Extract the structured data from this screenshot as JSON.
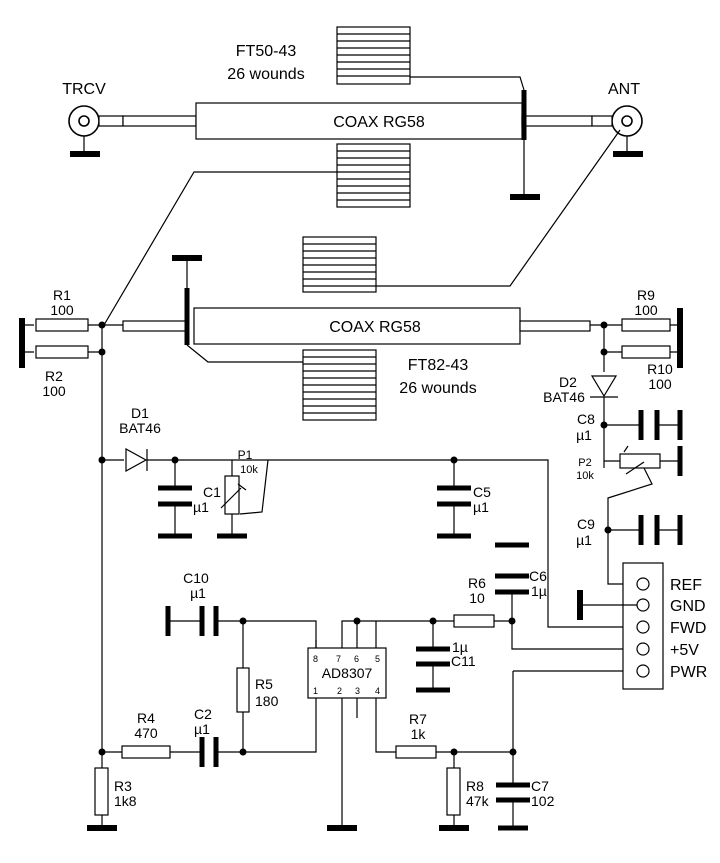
{
  "top_transformer": {
    "label": "FT50-43",
    "wounds": "26 wounds"
  },
  "bottom_transformer": {
    "label": "FT82-43",
    "wounds": "26 wounds"
  },
  "coax_top": "COAX RG58",
  "coax_bottom": "COAX RG58",
  "connectors": {
    "trcv": "TRCV",
    "ant": "ANT"
  },
  "components": {
    "R1": {
      "name": "R1",
      "value": "100"
    },
    "R2": {
      "name": "R2",
      "value": "100"
    },
    "R3": {
      "name": "R3",
      "value": "1k8"
    },
    "R4": {
      "name": "R4",
      "value": "470"
    },
    "R5": {
      "name": "R5",
      "value": "180"
    },
    "R6": {
      "name": "R6",
      "value": "10"
    },
    "R7": {
      "name": "R7",
      "value": "1k"
    },
    "R8": {
      "name": "R8",
      "value": "47k"
    },
    "R9": {
      "name": "R9",
      "value": "100"
    },
    "R10": {
      "name": "R10",
      "value": "100"
    },
    "D1": {
      "name": "D1",
      "value": "BAT46"
    },
    "D2": {
      "name": "D2",
      "value": "BAT46"
    },
    "P1": {
      "name": "P1",
      "value": "10k"
    },
    "P2": {
      "name": "P2",
      "value": "10k"
    },
    "C1": {
      "name": "C1",
      "value": "µ1"
    },
    "C2": {
      "name": "C2",
      "value": "µ1"
    },
    "C5": {
      "name": "C5",
      "value": "µ1"
    },
    "C6": {
      "name": "C6",
      "value": "1µ"
    },
    "C7": {
      "name": "C7",
      "value": "102"
    },
    "C8": {
      "name": "C8",
      "value": "µ1"
    },
    "C9": {
      "name": "C9",
      "value": "µ1"
    },
    "C10": {
      "name": "C10",
      "value": "µ1"
    },
    "C11": {
      "name": "C11",
      "value": "1µ"
    }
  },
  "ic": {
    "name": "AD8307",
    "pins_top": [
      "8",
      "7",
      "6",
      "5"
    ],
    "pins_bottom": [
      "1",
      "2",
      "3",
      "4"
    ]
  },
  "header": [
    "REF",
    "GND",
    "FWD",
    "+5V",
    "PWR"
  ]
}
